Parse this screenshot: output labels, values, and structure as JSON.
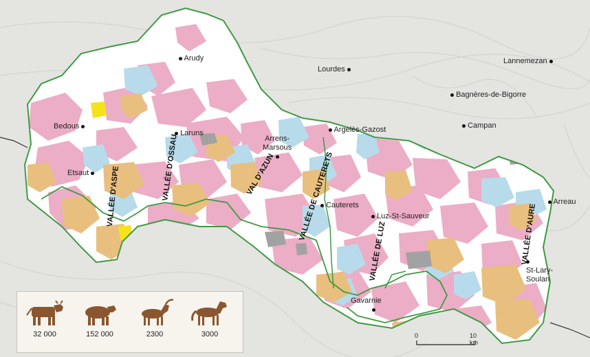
{
  "towns": [
    {
      "id": "arudy",
      "name": "Arudy"
    },
    {
      "id": "lourdes",
      "name": "Lourdes"
    },
    {
      "id": "lannemezan",
      "name": "Lannemezan"
    },
    {
      "id": "bagneres",
      "name": "Bagnères-de-Bigorre"
    },
    {
      "id": "bedous",
      "name": "Bedous"
    },
    {
      "id": "laruns",
      "name": "Laruns"
    },
    {
      "id": "argeles",
      "name": "Argelès-Gazost"
    },
    {
      "id": "campan",
      "name": "Campan"
    },
    {
      "id": "arrens",
      "name": "Arrens-\nMarsous"
    },
    {
      "id": "etsaut",
      "name": "Etsaut"
    },
    {
      "id": "cauterets",
      "name": "Cauterets"
    },
    {
      "id": "luz",
      "name": "Luz-St-Sauveur"
    },
    {
      "id": "arreau",
      "name": "Arreau"
    },
    {
      "id": "stlary",
      "name": "St-Lary-\nSoulan"
    },
    {
      "id": "gavarnie",
      "name": "Gavarnie"
    }
  ],
  "valleys": [
    {
      "id": "aspe",
      "name": "VALLÉE D'ASPE"
    },
    {
      "id": "ossau",
      "name": "VALLÉE D'OSSAU"
    },
    {
      "id": "azun",
      "name": "VAL D'AZUN"
    },
    {
      "id": "cauterets",
      "name": "VALLÉE DE CAUTERETS"
    },
    {
      "id": "luz",
      "name": "VALLÉE DE LUZ"
    },
    {
      "id": "aure",
      "name": "VALLÉE D'AURE"
    }
  ],
  "legend": {
    "items": [
      {
        "animal": "cattle-icon",
        "count": "32 000"
      },
      {
        "animal": "sheep-icon",
        "count": "152 000"
      },
      {
        "animal": "goat-icon",
        "count": "2300"
      },
      {
        "animal": "horse-icon",
        "count": "3000"
      }
    ]
  },
  "scale": {
    "start": "0",
    "end": "10 km"
  },
  "colors": {
    "pink": "#ecadc6",
    "blue": "#b7dbea",
    "orange": "#e8bf7e",
    "yellow": "#f6e21c",
    "grey": "#a2a2a2",
    "border": "#3d9a42",
    "animals": "#8a5630"
  }
}
